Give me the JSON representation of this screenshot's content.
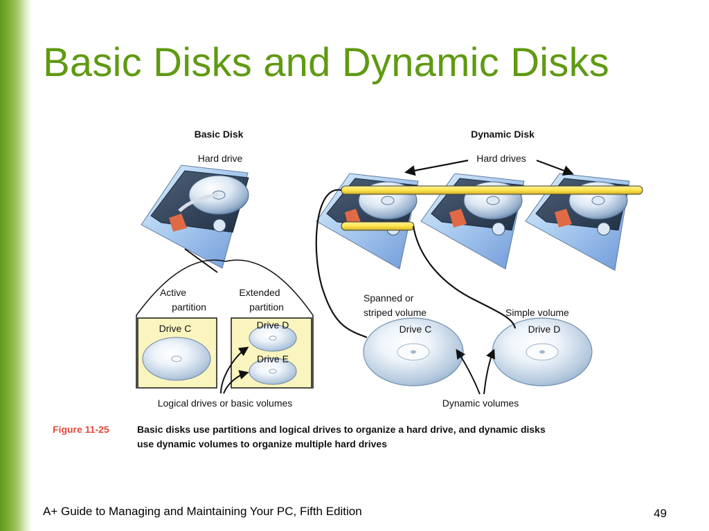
{
  "slide": {
    "title": "Basic Disks and Dynamic Disks",
    "footer_text": "A+ Guide to Managing and Maintaining Your PC, Fifth Edition",
    "page_number": "49"
  },
  "figure": {
    "basic_disk": {
      "heading": "Basic Disk",
      "hard_drive_label": "Hard drive",
      "active_partition_line1": "Active",
      "active_partition_line2": "partition",
      "extended_partition_line1": "Extended",
      "extended_partition_line2": "partition",
      "drive_c": "Drive C",
      "drive_d": "Drive D",
      "drive_e": "Drive E",
      "logical_drives_label": "Logical drives or basic volumes"
    },
    "dynamic_disk": {
      "heading": "Dynamic Disk",
      "hard_drives_label": "Hard drives",
      "spanned_line1": "Spanned or",
      "spanned_line2": "striped volume",
      "simple_volume": "Simple volume",
      "drive_c": "Drive C",
      "drive_d": "Drive D",
      "dynamic_volumes_label": "Dynamic volumes"
    },
    "caption_label": "Figure 11-25",
    "caption_line1": "Basic disks use partitions and logical drives to organize a hard drive, and dynamic disks",
    "caption_line2": "use dynamic volumes to organize multiple hard drives"
  },
  "colors": {
    "title_green": "#5f9a12",
    "partition_fill": "#faf4be",
    "bar_yellow": "#ffe54a",
    "caption_red": "#e4483b"
  }
}
